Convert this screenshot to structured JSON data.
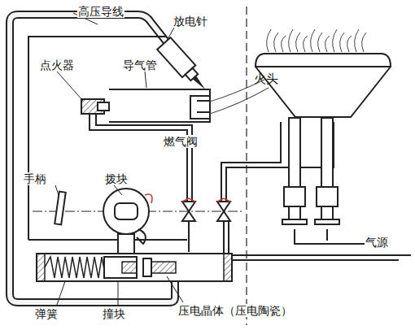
{
  "diagram": {
    "nodes": [
      {
        "text": [
          "火头"
        ]
      }
    ],
    "labels": [
      "高压导线",
      "放电针",
      "点火器",
      "导气管",
      "燃气阀",
      "手柄",
      "拨块",
      "气源",
      "弹簧",
      "撞块",
      "压电晶体（压电陶瓷）"
    ]
  }
}
